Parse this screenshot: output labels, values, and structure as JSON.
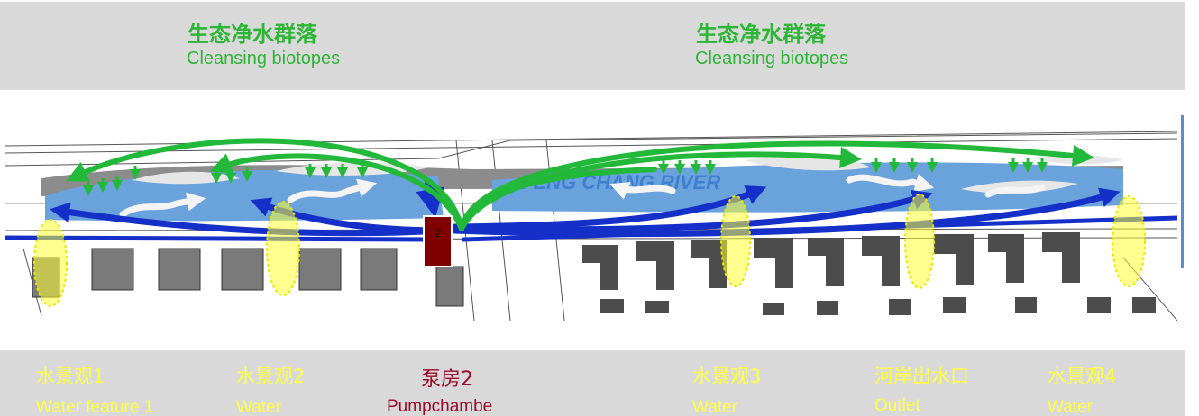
{
  "top_labels": [
    {
      "zh": "生态净水群落",
      "en": "Cleansing biotopes"
    },
    {
      "zh": "生态净水群落",
      "en": "Cleansing biotopes"
    }
  ],
  "map": {
    "river_label": "FENG CHANG RIVER",
    "pump_number": "2",
    "colors": {
      "water": "#6aa2dc",
      "blue_arrow": "#1530c8",
      "green_arrow": "#22b839",
      "pump": "#800000",
      "highlight": "#ffff33"
    }
  },
  "bottom_labels": [
    {
      "zh": "水景观1",
      "en": "Water feature 1",
      "color": "#ffff44"
    },
    {
      "zh": "水景观2",
      "en": "Water",
      "color": "#ffff44"
    },
    {
      "zh": "泵房2",
      "en": "Pumpchambe",
      "color": "#9a0b2a"
    },
    {
      "zh": "水景观3",
      "en": "Water",
      "color": "#ffff44"
    },
    {
      "zh": "河岸出水口",
      "en": "Outlet",
      "color": "#ffff44"
    },
    {
      "zh": "水景观4",
      "en": "Water",
      "color": "#ffff44"
    }
  ]
}
